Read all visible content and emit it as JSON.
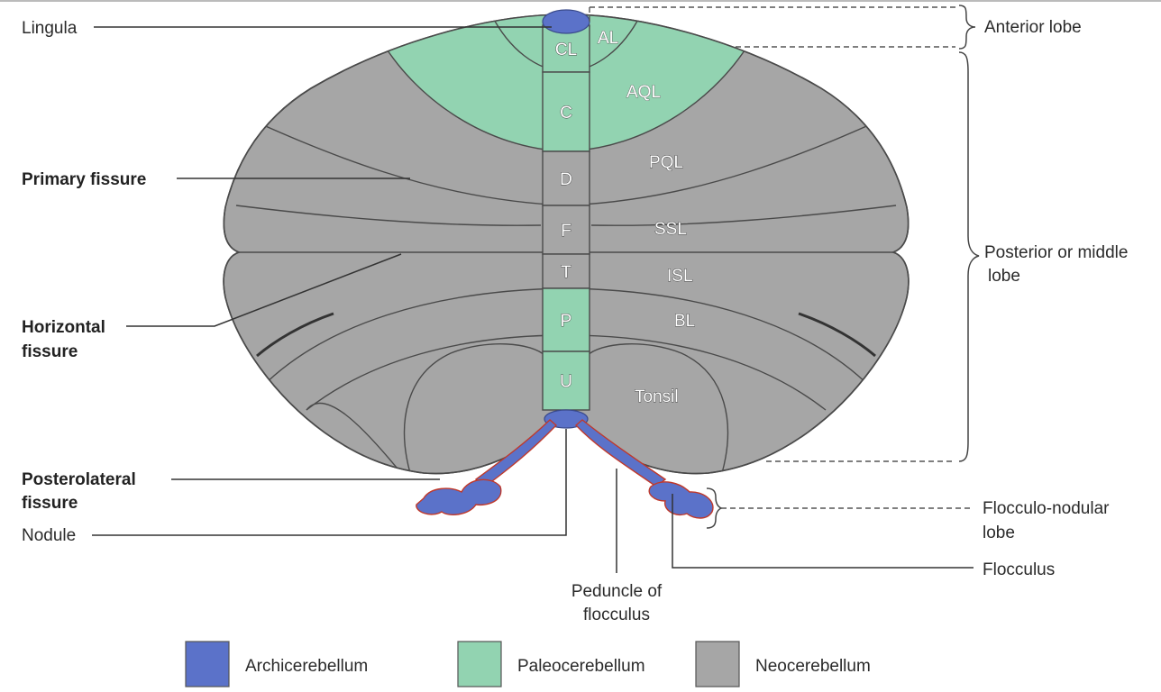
{
  "colors": {
    "archicerebellum": "#5b72c9",
    "paleocerebellum": "#92d3b1",
    "neocerebellum": "#a6a6a6",
    "outline": "#4a4a4a",
    "flocculus_border": "#c0392b"
  },
  "vermis_labels": [
    "CL",
    "C",
    "D",
    "F",
    "T",
    "P",
    "U"
  ],
  "region_labels": {
    "al": "AL",
    "aql": "AQL",
    "pql": "PQL",
    "ssl": "SSL",
    "isl": "ISL",
    "bl": "BL",
    "tonsil": "Tonsil"
  },
  "left_labels": {
    "lingula": "Lingula",
    "primary_fissure": "Primary fissure",
    "horizontal_fissure_1": "Horizontal",
    "horizontal_fissure_2": "fissure",
    "posterolateral_fissure_1": "Posterolateral",
    "posterolateral_fissure_2": "fissure",
    "nodule": "Nodule"
  },
  "right_labels": {
    "anterior_lobe": "Anterior lobe",
    "posterior_lobe_1": "Posterior or middle",
    "posterior_lobe_2": "lobe",
    "flocculonodular_1": "Flocculo-nodular",
    "flocculonodular_2": "lobe",
    "flocculus": "Flocculus"
  },
  "bottom_labels": {
    "peduncle_1": "Peduncle of",
    "peduncle_2": "flocculus"
  },
  "legend": [
    {
      "label": "Archicerebellum",
      "color": "#5b72c9"
    },
    {
      "label": "Paleocerebellum",
      "color": "#92d3b1"
    },
    {
      "label": "Neocerebellum",
      "color": "#a6a6a6"
    }
  ]
}
